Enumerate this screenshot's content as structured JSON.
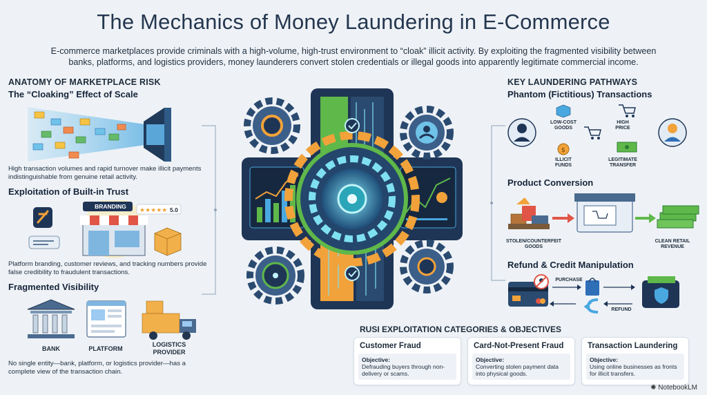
{
  "title": "The Mechanics of Money Laundering in E-Commerce",
  "subtitle": "E-commerce marketplaces provide criminals with a high-volume, high-trust environment to “cloak” illicit activity. By exploiting the fragmented visibility between banks, platforms, and logistics providers, money launderers convert stolen credentials or illegal goods into apparently legitimate commercial income.",
  "left": {
    "heading": "ANATOMY OF MARKETPLACE RISK",
    "cloaking": {
      "title": "The “Cloaking” Effect of Scale",
      "desc": "High transaction volumes and rapid turnover make illicit payments indistinguishable from genuine retail activity."
    },
    "trust": {
      "title": "Exploitation of Built-in Trust",
      "branding": "BRANDING",
      "rating": "5.0",
      "desc": "Platform branding, customer reviews, and tracking numbers provide false credibility to fraudulent transactions."
    },
    "fragmented": {
      "title": "Fragmented Visibility",
      "bank": "BANK",
      "platform": "PLATFORM",
      "logistics_1": "LOGISTICS",
      "logistics_2": "PROVIDER",
      "desc": "No single entity—bank, platform, or logistics provider—has a complete view of the transaction chain."
    }
  },
  "right": {
    "heading": "KEY LAUNDERING PATHWAYS",
    "phantom": {
      "title": "Phantom (Fictitious) Transactions",
      "low_cost_1": "LOW-COST",
      "low_cost_2": "GOODS",
      "high_price_1": "HIGH",
      "high_price_2": "PRICE",
      "illicit_1": "ILLICIT",
      "illicit_2": "FUNDS",
      "legit_1": "LEGITIMATE",
      "legit_2": "TRANSFER"
    },
    "conversion": {
      "title": "Product Conversion",
      "stolen_1": "STOLEN/COUNTERFEIT",
      "stolen_2": "GOODS",
      "clean_1": "CLEAN RETAIL",
      "clean_2": "REVENUE"
    },
    "refund": {
      "title": "Refund & Credit Manipulation",
      "purchase": "PURCHASE",
      "refund": "REFUND"
    }
  },
  "rusi": {
    "heading": "RUSI EXPLOITATION CATEGORIES & OBJECTIVES",
    "cards": [
      {
        "title": "Customer Fraud",
        "objective_label": "Objective:",
        "desc": "Defrauding buyers through non-delivery or scams."
      },
      {
        "title": "Card-Not-Present Fraud",
        "objective_label": "Objective:",
        "desc": "Converting stolen payment data into physical goods."
      },
      {
        "title": "Transaction Laundering",
        "objective_label": "Objective:",
        "desc": "Using online businesses as fronts for illicit transfers."
      }
    ]
  },
  "footer": "NotebookLM",
  "colors": {
    "navy": "#1f3556",
    "teal": "#2aa6b8",
    "green": "#5fb84a",
    "orange": "#f2a23a",
    "blue": "#2f6fb8"
  }
}
